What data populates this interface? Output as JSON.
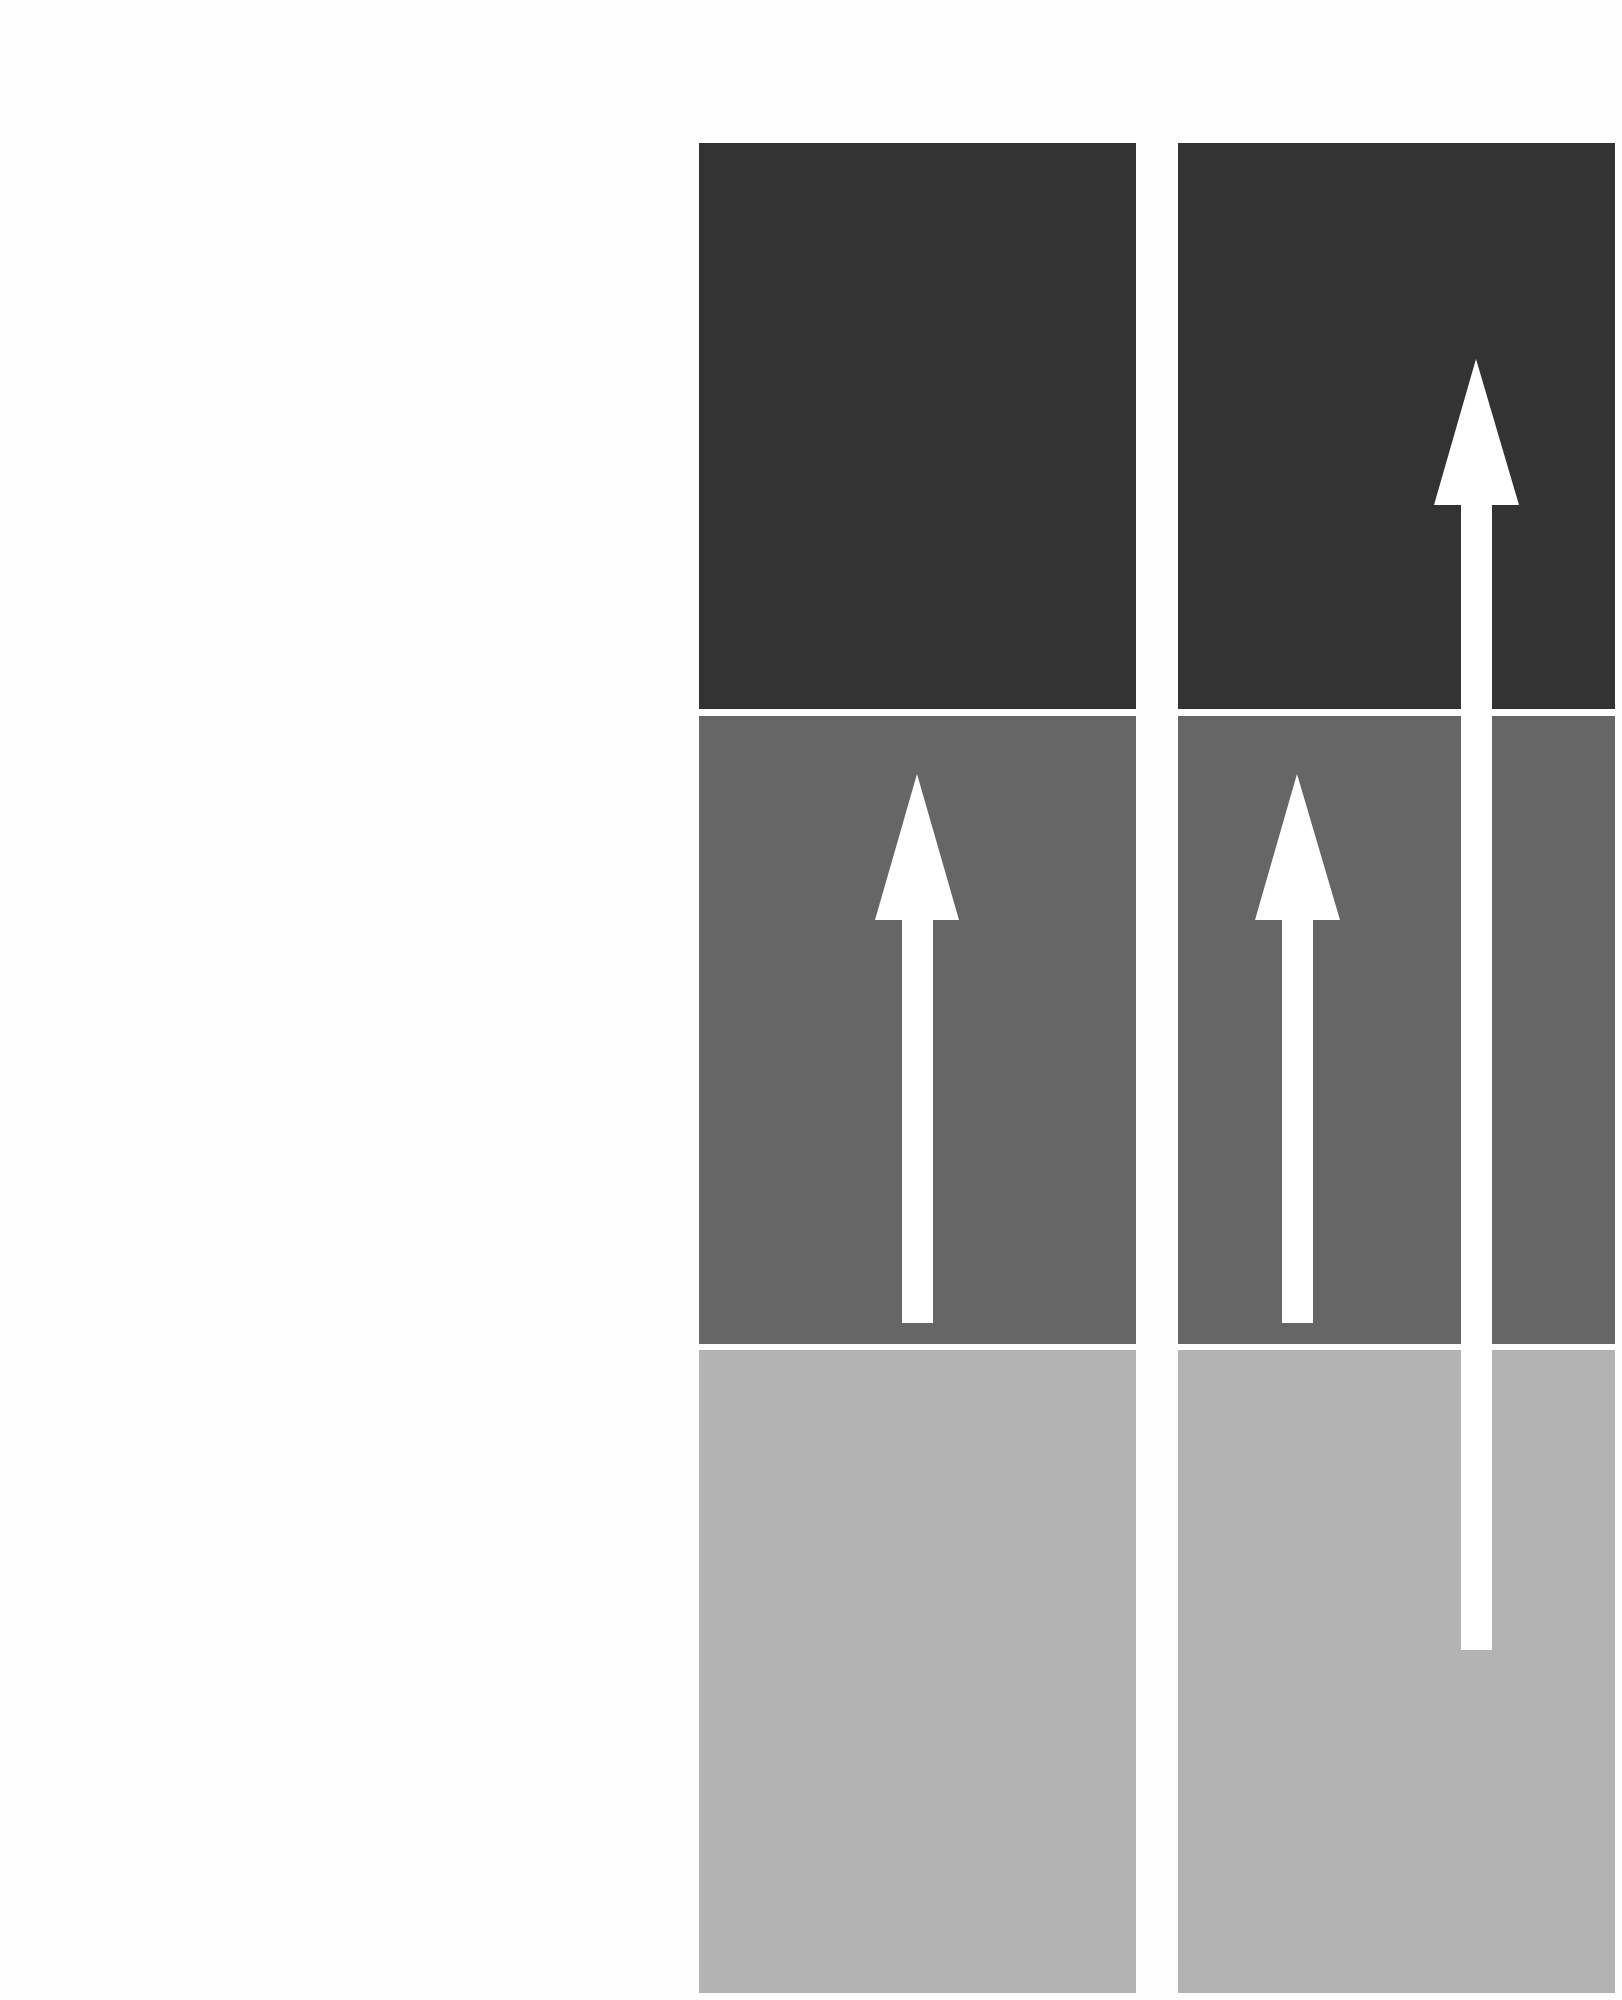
{
  "diagram": {
    "colors": {
      "background": "#fefefe",
      "top_row": "#333333",
      "middle_row": "#666666",
      "bottom_row": "#b3b3b3",
      "arrow": "#ffffff"
    },
    "columns": [
      {
        "id": "left"
      },
      {
        "id": "right"
      }
    ],
    "rows": [
      {
        "id": "top",
        "color_key": "top_row"
      },
      {
        "id": "middle",
        "color_key": "middle_row"
      },
      {
        "id": "bottom",
        "color_key": "bottom_row"
      }
    ],
    "arrows": [
      {
        "id": "left-column",
        "direction": "up",
        "column": "left",
        "from_row": "middle",
        "to_row": "middle"
      },
      {
        "id": "right-column-short",
        "direction": "up",
        "column": "right",
        "from_row": "middle",
        "to_row": "middle"
      },
      {
        "id": "right-column-long",
        "direction": "up",
        "column": "right",
        "from_row": "bottom",
        "to_row": "top"
      }
    ]
  }
}
